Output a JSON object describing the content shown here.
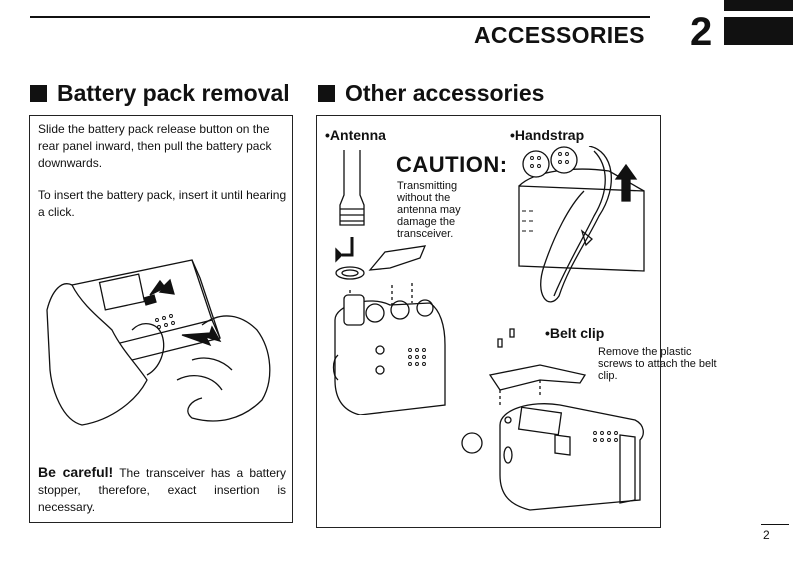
{
  "header": {
    "title": "ACCESSORIES",
    "chapter": "2"
  },
  "left": {
    "title": "Battery pack removal",
    "para1": "Slide the battery pack release button on the rear panel inward, then pull the battery pack downwards.",
    "para2": "To insert the battery pack, insert it until hearing a click.",
    "careful_lead": "Be careful!",
    "careful_text": " The transceiver has a battery stopper, therefore, exact insertion is necessary."
  },
  "right": {
    "title": "Other accessories",
    "antenna": "•Antenna",
    "caution_title": "CAUTION:",
    "caution_text": "Transmitting without the antenna may damage the transceiver.",
    "handstrap": "•Handstrap",
    "beltclip": "•Belt clip",
    "beltclip_text": "Remove the plastic screws to attach the belt clip."
  },
  "footer": {
    "page_number": "2"
  }
}
